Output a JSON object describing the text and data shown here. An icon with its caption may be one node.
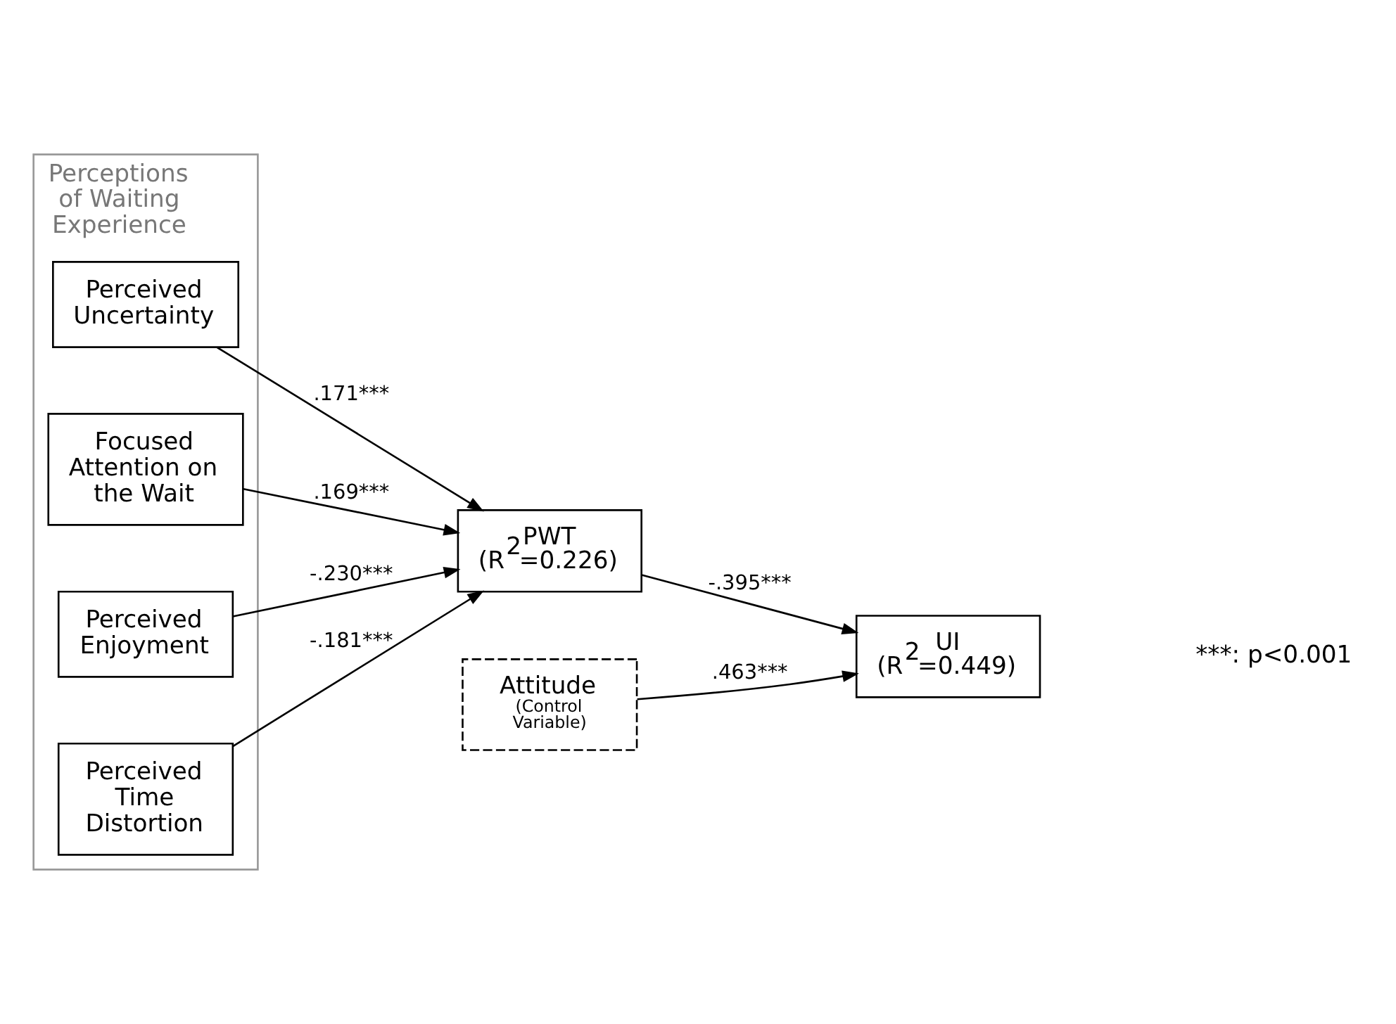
{
  "diagram": {
    "nodes": [
      {
        "text": [
          "Perceptions of Waiting Experience"
        ]
      },
      {
        "text": [
          "Perceived Uncertainty"
        ],
        "in": 0
      },
      {
        "text": [
          "Focused Attention on the Wait"
        ],
        "in": 0
      },
      {
        "text": [
          "Perceived Enjoyment"
        ],
        "in": 0
      },
      {
        "text": [
          "Perceived Time Distortion"
        ],
        "in": 0
      },
      {
        "text": [
          "PWT",
          "(R$^{2}$=0.226)"
        ]
      },
      {
        "text": [
          "UI",
          "(R$^{2}$=0.449)"
        ]
      },
      {
        "text": [
          "Attitude",
          "(Control Variable)"
        ]
      }
    ],
    "edges": [
      {
        "from": 1,
        "to": 5,
        "arrow": "to",
        "label": ".171***"
      },
      {
        "from": 2,
        "to": 5,
        "arrow": "to",
        "label": ".169***"
      },
      {
        "from": 3,
        "to": 5,
        "arrow": "to",
        "label": "-.230***"
      },
      {
        "from": 4,
        "to": 5,
        "arrow": "to",
        "label": "-.181***"
      },
      {
        "from": 5,
        "to": 6,
        "arrow": "to",
        "label": "-.395***"
      },
      {
        "from": 7,
        "to": 6,
        "arrow": "to",
        "label": ".463***"
      }
    ],
    "labels": [
      "***: p<0.001"
    ]
  }
}
